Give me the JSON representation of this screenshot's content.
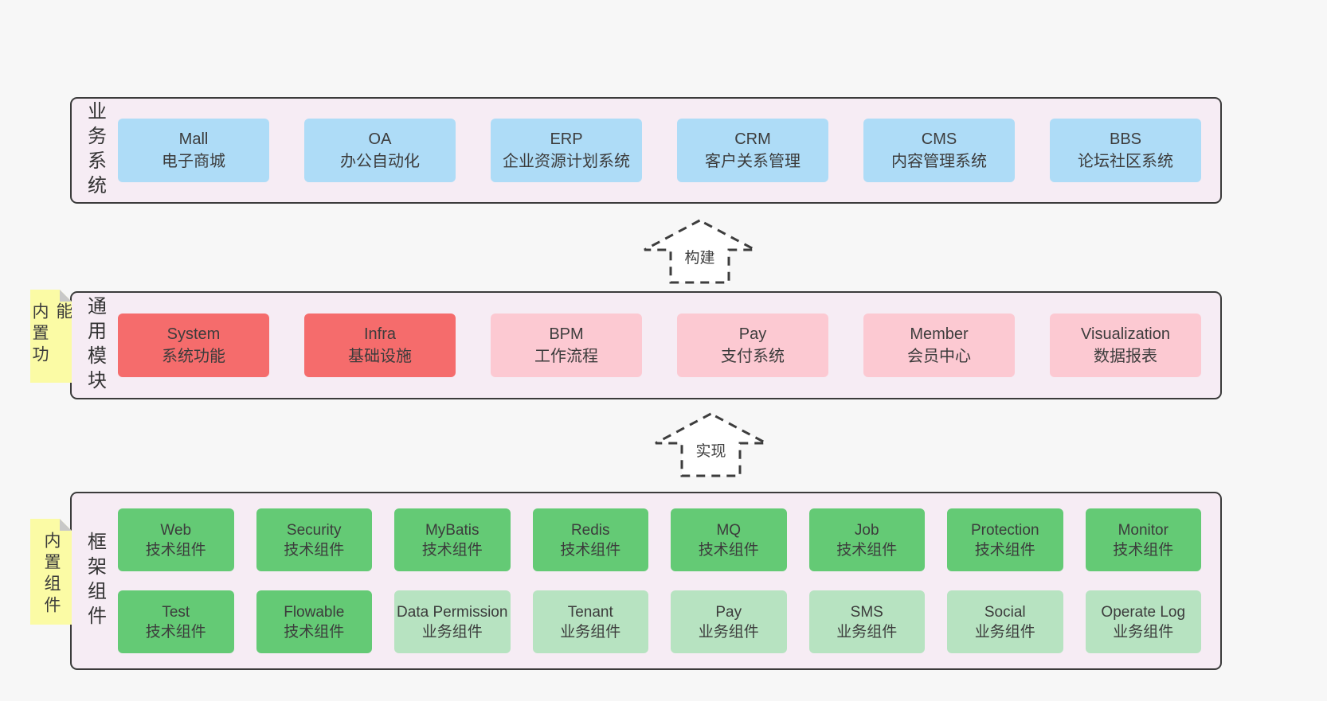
{
  "colors": {
    "page_bg": "#f7f7f7",
    "container_bg": "#f6ecf4",
    "container_border": "#3b3b3b",
    "blue_box": "#aedcf7",
    "red_box": "#f56c6c",
    "pink_box": "#fcc9d2",
    "green_box": "#64ca75",
    "light_green_box": "#b7e3c1",
    "note_yellow": "#fbfba5",
    "text": "#3c3c3c"
  },
  "arrows": {
    "build": "构建",
    "implement": "实现"
  },
  "layers": {
    "business": {
      "label": "业务系统",
      "boxes": [
        {
          "en": "Mall",
          "zh": "电子商城"
        },
        {
          "en": "OA",
          "zh": "办公自动化"
        },
        {
          "en": "ERP",
          "zh": "企业资源计划系统"
        },
        {
          "en": "CRM",
          "zh": "客户关系管理"
        },
        {
          "en": "CMS",
          "zh": "内容管理系统"
        },
        {
          "en": "BBS",
          "zh": "论坛社区系统"
        }
      ]
    },
    "modules": {
      "label": "通用模块",
      "note": "内置功能",
      "boxes": [
        {
          "en": "System",
          "zh": "系统功能"
        },
        {
          "en": "Infra",
          "zh": "基础设施"
        },
        {
          "en": "BPM",
          "zh": "工作流程"
        },
        {
          "en": "Pay",
          "zh": "支付系统"
        },
        {
          "en": "Member",
          "zh": "会员中心"
        },
        {
          "en": "Visualization",
          "zh": "数据报表"
        }
      ]
    },
    "components": {
      "label": "框架组件",
      "note": "内置组件",
      "row1": [
        {
          "en": "Web",
          "zh": "技术组件"
        },
        {
          "en": "Security",
          "zh": "技术组件"
        },
        {
          "en": "MyBatis",
          "zh": "技术组件"
        },
        {
          "en": "Redis",
          "zh": "技术组件"
        },
        {
          "en": "MQ",
          "zh": "技术组件"
        },
        {
          "en": "Job",
          "zh": "技术组件"
        },
        {
          "en": "Protection",
          "zh": "技术组件"
        },
        {
          "en": "Monitor",
          "zh": "技术组件"
        }
      ],
      "row2": [
        {
          "en": "Test",
          "zh": "技术组件"
        },
        {
          "en": "Flowable",
          "zh": "技术组件"
        },
        {
          "en": "Data Permission",
          "zh": "业务组件"
        },
        {
          "en": "Tenant",
          "zh": "业务组件"
        },
        {
          "en": "Pay",
          "zh": "业务组件"
        },
        {
          "en": "SMS",
          "zh": "业务组件"
        },
        {
          "en": "Social",
          "zh": "业务组件"
        },
        {
          "en": "Operate Log",
          "zh": "业务组件"
        }
      ]
    }
  }
}
